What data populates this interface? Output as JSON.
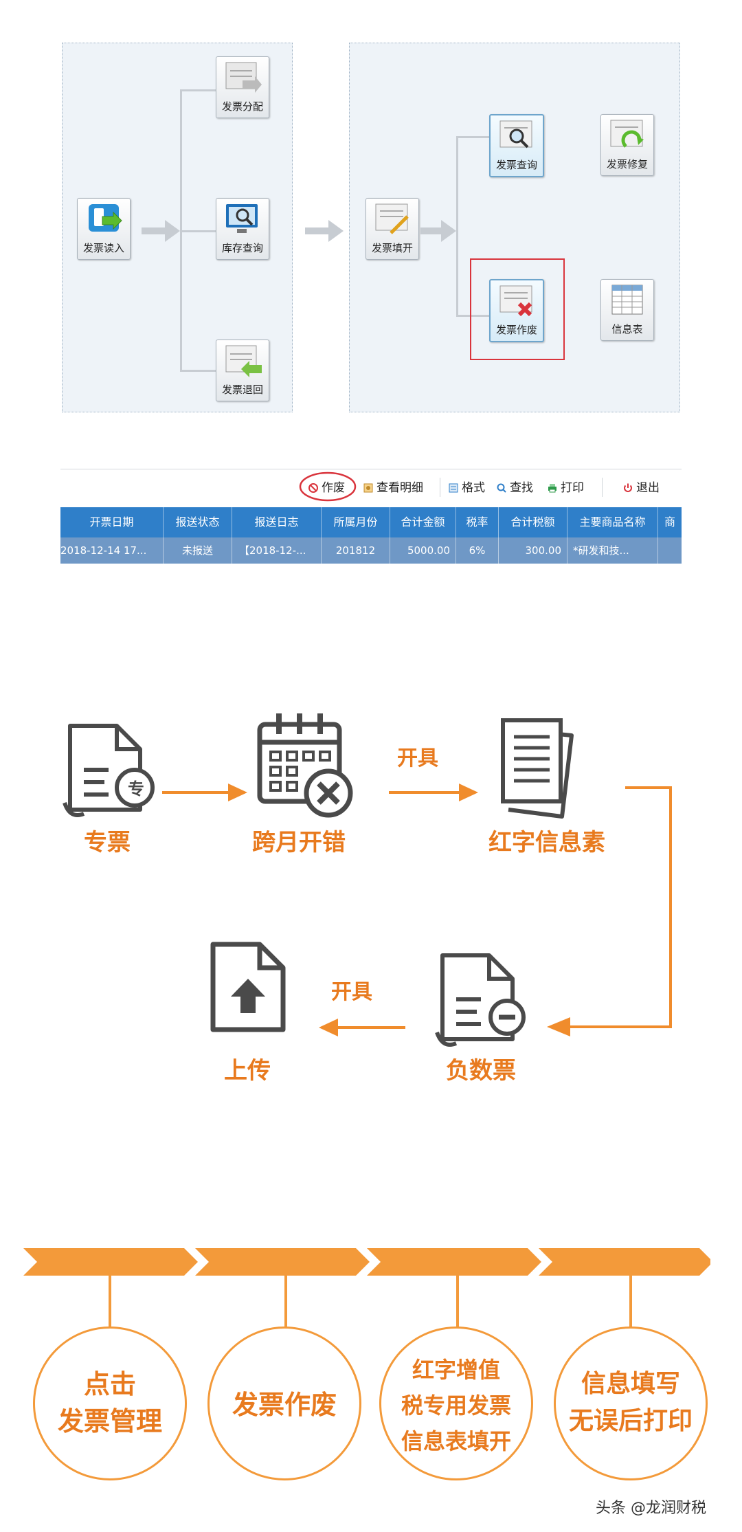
{
  "flow_panel_left": {
    "source": "发票读入",
    "targets": [
      "发票分配",
      "库存查询",
      "发票退回"
    ]
  },
  "flow_panel_right": {
    "source": "发票填开",
    "targets": [
      "发票查询",
      "发票作废"
    ],
    "extra": [
      "发票修复",
      "信息表"
    ],
    "highlighted": "发票作废"
  },
  "toolbar": {
    "void": "作废",
    "view_detail": "查看明细",
    "format": "格式",
    "find": "查找",
    "print": "打印",
    "exit": "退出"
  },
  "invoice_table": {
    "columns": [
      "开票日期",
      "报送状态",
      "报送日志",
      "所属月份",
      "合计金额",
      "税率",
      "合计税额",
      "主要商品名称",
      "商"
    ],
    "rows": [
      [
        "2018-12-14 17...",
        "未报送",
        "【2018-12-...",
        "201812",
        "5000.00",
        "6%",
        "300.00",
        "*研发和技...",
        ""
      ]
    ]
  },
  "red_flow": {
    "step1": "专票",
    "step1_badge": "专",
    "step2": "跨月开错",
    "arrow_label_1": "开具",
    "step3": "红字信息素",
    "step4": "负数票",
    "arrow_label_2": "开具",
    "step5": "上传"
  },
  "steps": [
    {
      "lines": [
        "点击",
        "发票管理"
      ]
    },
    {
      "lines": [
        "发票作废"
      ]
    },
    {
      "lines": [
        "红字增值",
        "税专用发票",
        "信息表填开"
      ]
    },
    {
      "lines": [
        "信息填写",
        "无误后打印"
      ]
    }
  ],
  "watermark": "头条 @龙润财税",
  "colors": {
    "accent": "#e87a1e",
    "table_header": "#2f7fc9",
    "table_row": "#6f98c6",
    "highlight": "#d9343c"
  }
}
